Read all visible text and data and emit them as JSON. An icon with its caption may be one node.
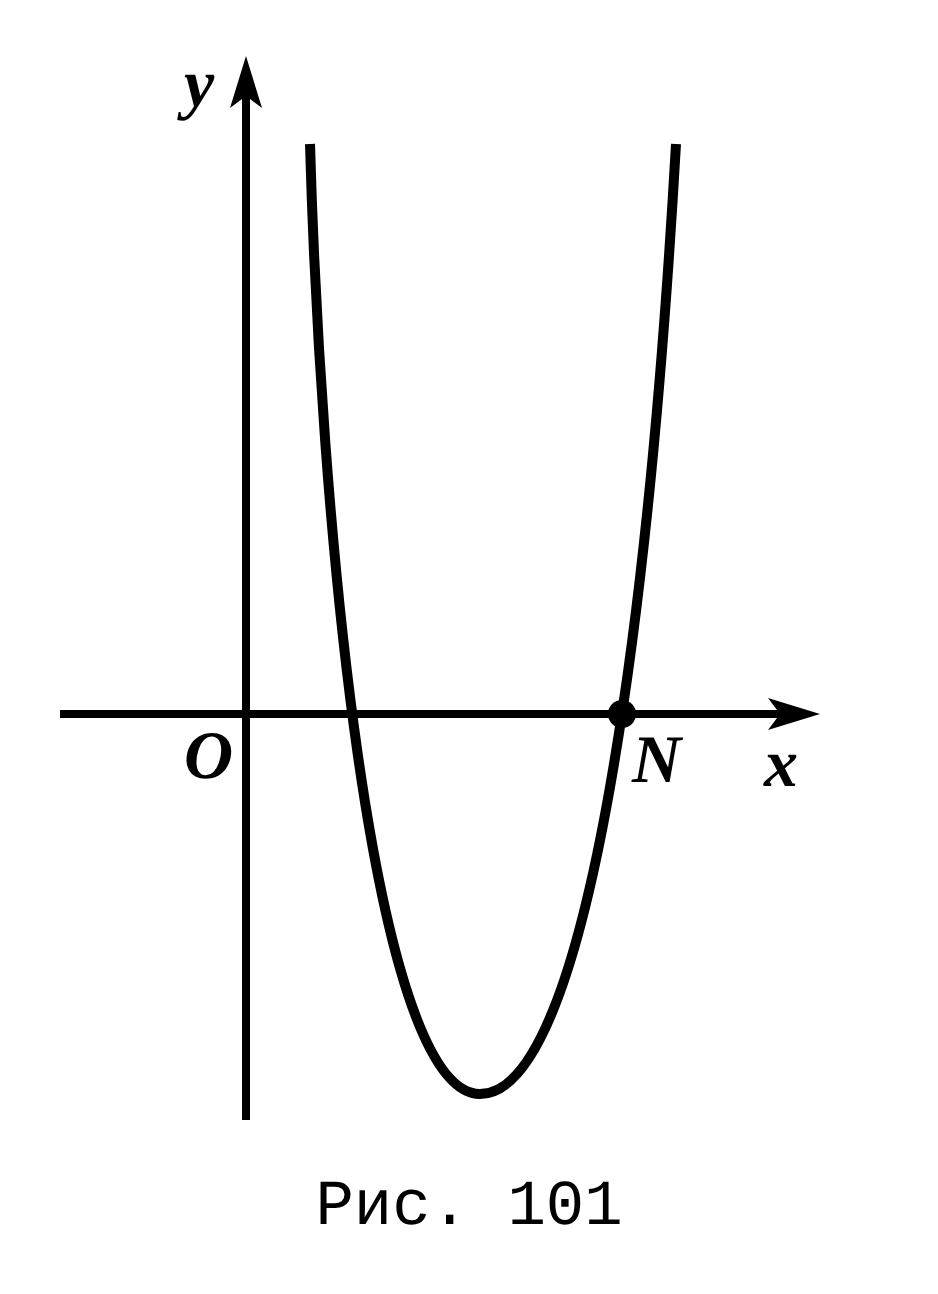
{
  "diagram": {
    "caption": "Рис. 101",
    "labels": [
      "y",
      "O",
      "N",
      "x"
    ]
  }
}
